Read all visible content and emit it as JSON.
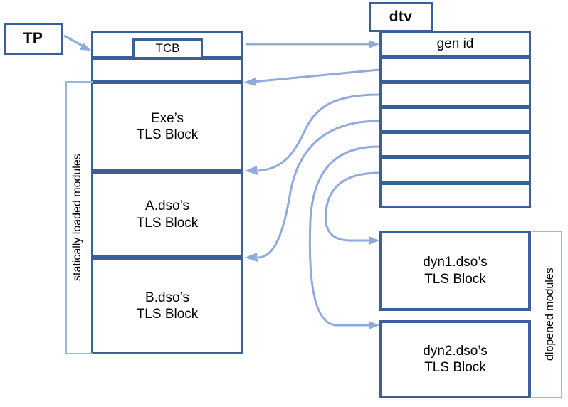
{
  "diagram": {
    "title": "TLS thread pointer, TCB, DTV and TLS blocks layout",
    "colors": {
      "box_border": "#3A6098",
      "arrow": "#8FAADC",
      "bracket": "#9CB6DE",
      "background": "#FFFFFF",
      "text": "#000000"
    }
  },
  "thread_pointer": {
    "label": "TP"
  },
  "tcb": {
    "label": "TCB"
  },
  "dtv": {
    "label": "dtv",
    "header_row": "gen id",
    "rows": [
      {
        "index": 0,
        "label": "gen id"
      },
      {
        "index": 1,
        "label": ""
      },
      {
        "index": 2,
        "label": ""
      },
      {
        "index": 3,
        "label": ""
      },
      {
        "index": 4,
        "label": ""
      },
      {
        "index": 5,
        "label": ""
      },
      {
        "index": 6,
        "label": ""
      }
    ],
    "row_count": 7
  },
  "tls_column": {
    "cells": [
      {
        "index": 0,
        "line1": "",
        "line2": "",
        "kind": "tcb-row"
      },
      {
        "index": 1,
        "line1": "",
        "line2": "",
        "kind": "spacer-row"
      },
      {
        "index": 2,
        "line1": "Exe’s",
        "line2": "TLS Block",
        "kind": "tls-block"
      },
      {
        "index": 3,
        "line1": "A.dso’s",
        "line2": "TLS Block",
        "kind": "tls-block"
      },
      {
        "index": 4,
        "line1": "B.dso’s",
        "line2": "TLS Block",
        "kind": "tls-block"
      }
    ]
  },
  "dynamic_blocks": [
    {
      "index": 0,
      "line1": "dyn1.dso’s",
      "line2": "TLS Block"
    },
    {
      "index": 1,
      "line1": "dyn2.dso’s",
      "line2": "TLS Block"
    }
  ],
  "brackets": {
    "left": {
      "label": "statically loaded modules"
    },
    "right": {
      "label": "dlopened modules"
    }
  }
}
